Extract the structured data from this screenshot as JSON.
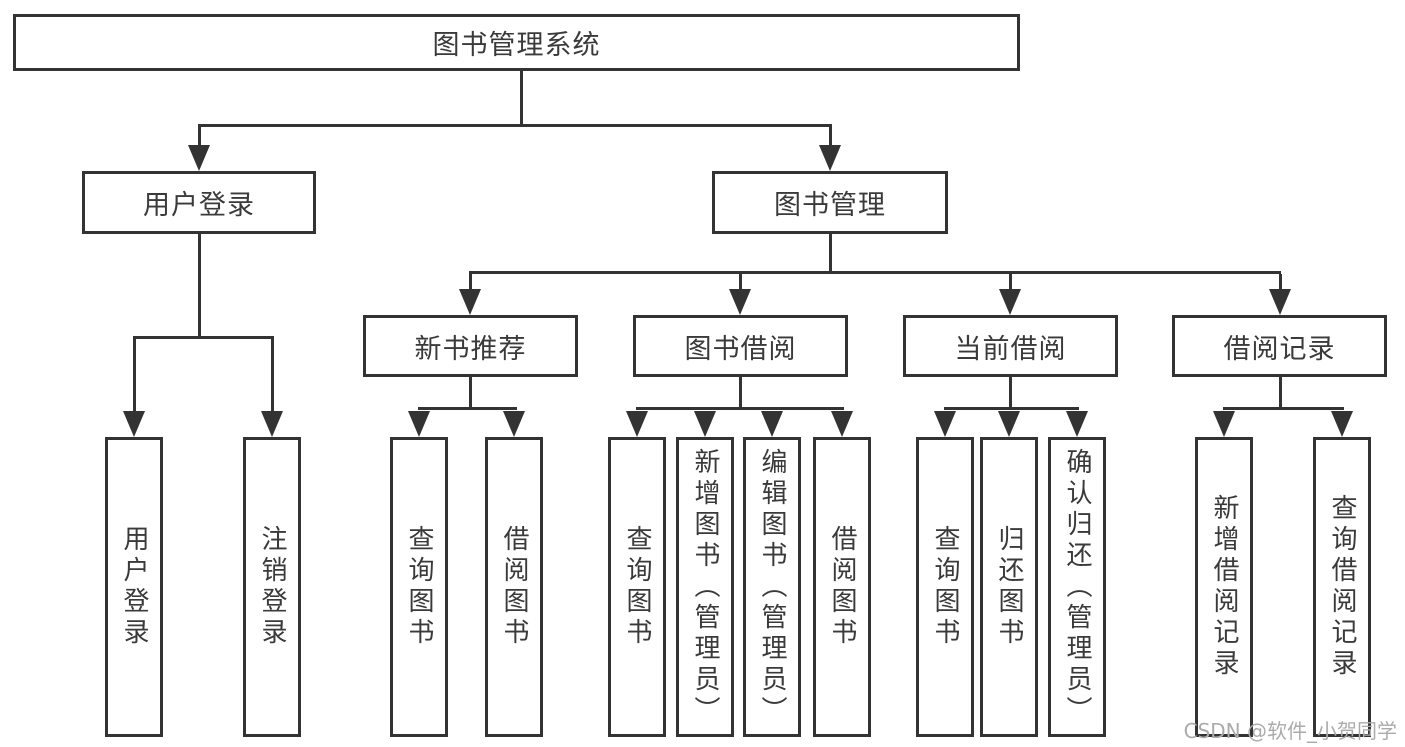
{
  "diagram_type": "hierarchy-tree",
  "colors": {
    "line": "#333333",
    "box_border": "#333333",
    "text": "#3a3a3a",
    "background": "#ffffff",
    "watermark": "#ababab"
  },
  "tree": {
    "label": "图书管理系统",
    "children": [
      {
        "label": "用户登录",
        "children": [
          {
            "label": "用户登录"
          },
          {
            "label": "注销登录"
          }
        ]
      },
      {
        "label": "图书管理",
        "children": [
          {
            "label": "新书推荐",
            "children": [
              {
                "label": "查询图书"
              },
              {
                "label": "借阅图书"
              }
            ]
          },
          {
            "label": "图书借阅",
            "children": [
              {
                "label": "查询图书"
              },
              {
                "label": "新增图书（管理员）"
              },
              {
                "label": "编辑图书（管理员）"
              },
              {
                "label": "借阅图书"
              }
            ]
          },
          {
            "label": "当前借阅",
            "children": [
              {
                "label": "查询图书"
              },
              {
                "label": "归还图书"
              },
              {
                "label": "确认归还（管理员）"
              }
            ]
          },
          {
            "label": "借阅记录",
            "children": [
              {
                "label": "新增借阅记录"
              },
              {
                "label": "查询借阅记录"
              }
            ]
          }
        ]
      }
    ]
  },
  "watermark": {
    "text": "CSDN @软件_小贺同学"
  }
}
